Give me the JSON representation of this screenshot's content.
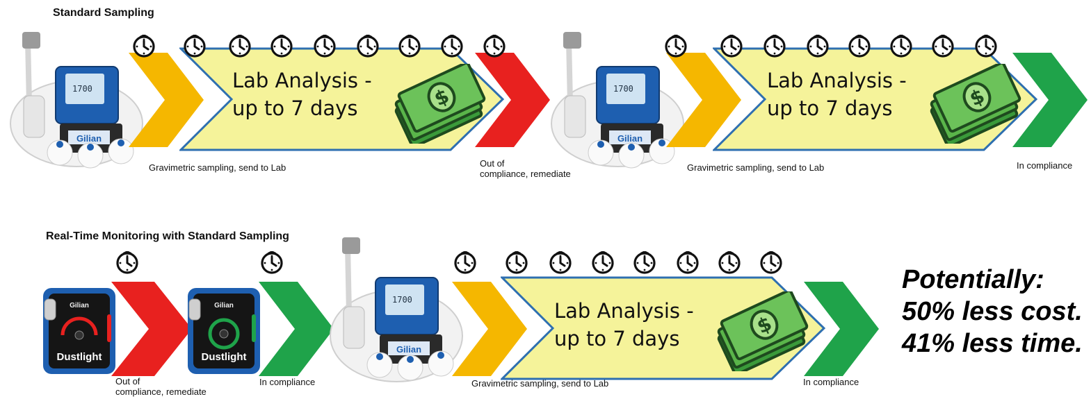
{
  "rows": [
    {
      "title": "Standard Sampling",
      "stages": [
        {
          "caption": "Gravimetric sampling, send to Lab"
        },
        {
          "lab_text": "Lab Analysis -\nup to 7 days"
        },
        {
          "caption": "Out of\ncompliance, remediate"
        },
        {
          "caption": "Gravimetric sampling, send to Lab"
        },
        {
          "lab_text": "Lab Analysis -\nup to 7 days"
        },
        {
          "caption": "In compliance"
        }
      ]
    },
    {
      "title": "Real-Time Monitoring with Standard Sampling",
      "stages": [
        {
          "caption": "Out of\ncompliance, remediate"
        },
        {
          "caption": "In compliance"
        },
        {
          "caption": "Gravimetric sampling, send to Lab"
        },
        {
          "lab_text": "Lab Analysis -\nup to 7 days"
        },
        {
          "caption": "In compliance"
        }
      ]
    }
  ],
  "device_labels": {
    "pump_brand": "Gilian",
    "monitor_brand": "Dustlight",
    "monitor_logo": "Gilian"
  },
  "result": {
    "line1": "Potentially:",
    "line2": "50% less cost.",
    "line3": "41% less time."
  },
  "colors": {
    "orange": "#F5B700",
    "yellow": "#F5F39A",
    "red": "#E8211F",
    "green": "#1FA34A",
    "money": "#3A9A3A",
    "lab_border": "#2E6FB0"
  }
}
